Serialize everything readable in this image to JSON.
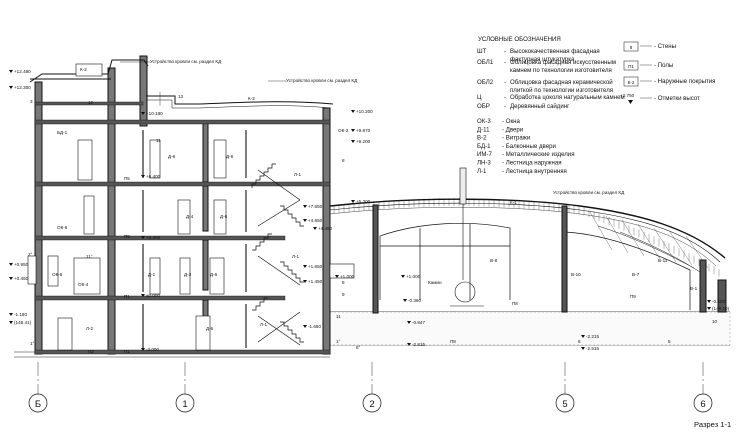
{
  "title": "Разрез 1-1",
  "legend": {
    "heading": "УСЛОВНЫЕ ОБОЗНАЧЕНИЯ",
    "materials": [
      {
        "code": "ШТ",
        "text": [
          "Высококачественная фасадная",
          "фактурная штукатурка"
        ]
      },
      {
        "code": "ОБЛ1",
        "text": [
          "Облицовка фасадная искусственным",
          "камнем по технологии изготовителя"
        ]
      },
      {
        "code": "ОБЛ2",
        "text": [
          "Облицовка фасадная керамической",
          "плиткой по технологии изготовителя"
        ]
      },
      {
        "code": "Ц",
        "text": [
          "Обработка цоколя натуральным камнем"
        ]
      },
      {
        "code": "ОБР",
        "text": [
          "Деревянный сайдинг"
        ]
      }
    ],
    "elements": [
      {
        "code": "ОК-3",
        "text": "Окна"
      },
      {
        "code": "Д-11",
        "text": "Двери"
      },
      {
        "code": "В-2",
        "text": "Витражи"
      },
      {
        "code": "БД-1",
        "text": "Балконные двери"
      },
      {
        "code": "ИМ-7",
        "text": "Металлические изделия"
      },
      {
        "code": "ЛН-3",
        "text": "Лестница наружная"
      },
      {
        "code": "Л-1",
        "text": "Лестница внутренняя"
      }
    ],
    "symbols": [
      {
        "tag": "8",
        "text": "Стены"
      },
      {
        "tag": "П1",
        "text": "Полы"
      },
      {
        "tag": "К-2",
        "text": "Наружные покрытия"
      },
      {
        "tag": "+2.750",
        "text": "Отметки высот"
      }
    ]
  },
  "roof_notes": {
    "top_left": "Устройство кровли см. раздел КД",
    "top_right": "Устройство кровли см. раздел КД",
    "hall": "Устройство кровли см. раздел КД"
  },
  "axes": [
    "Б",
    "1",
    "2",
    "5",
    "6"
  ],
  "levels_left": [
    "+12.480",
    "+12.300",
    "+0.950",
    "+0.450",
    "-1.180",
    "(148.41)"
  ],
  "levels_main": [
    "+10.180",
    "+6.400",
    "+3.300",
    "±0.000",
    "-3.000",
    "+7.650",
    "+4.650",
    "+4.450",
    "+1.650",
    "+1.450",
    "-1.650"
  ],
  "levels_right": [
    "+10.200",
    "+9.870",
    "+9.200",
    "+5.300",
    "+1.000",
    "+1.000",
    "-0.360",
    "-0.847",
    "-2.815",
    "-2.215",
    "-2.515",
    "-0.500",
    "(149.10)"
  ],
  "room_tags": {
    "stair_tower": "К-2",
    "roof_mid": "К-2",
    "roof_tag_12": "12",
    "roof_tag_13": "13",
    "wall_3": "3",
    "wall_11": "11",
    "wall_11b": "11°",
    "wall_8": "8",
    "wall_8b": "8",
    "wall_9": "9",
    "wall_2": "2°",
    "wall_1": "1°",
    "wall_1b": "1°",
    "wall_6": "6°",
    "wall_10": "10",
    "wall_11c": "11",
    "ok2": "ОК-2",
    "bd1": "БД-1",
    "ok6": "ОК-6",
    "ok5": "ОК-5",
    "ok4": "ОК-4",
    "l2": "Л-2",
    "l1a": "Л-1",
    "l1b": "Л-1",
    "l1c": "Л-1",
    "d6a": "Д-6",
    "d6b": "Д-6",
    "d4": "Д-4",
    "d6c": "Д-6",
    "d1": "Д-1",
    "d3": "Д-3",
    "d6d": "Д-6",
    "d6e": "Д-6",
    "p5a": "П5",
    "p5b": "П5",
    "p1a": "П1",
    "p2": "П2",
    "p1b": "П1",
    "p8": "П8",
    "p8b": "П8",
    "p9": "П9",
    "k1": "К-1",
    "v8": "В-8",
    "v10": "В-10",
    "v7": "В-7",
    "v11": "В-11",
    "v1": "В-1",
    "kamin": "Камин",
    "f6": "6",
    "f5": "5"
  }
}
